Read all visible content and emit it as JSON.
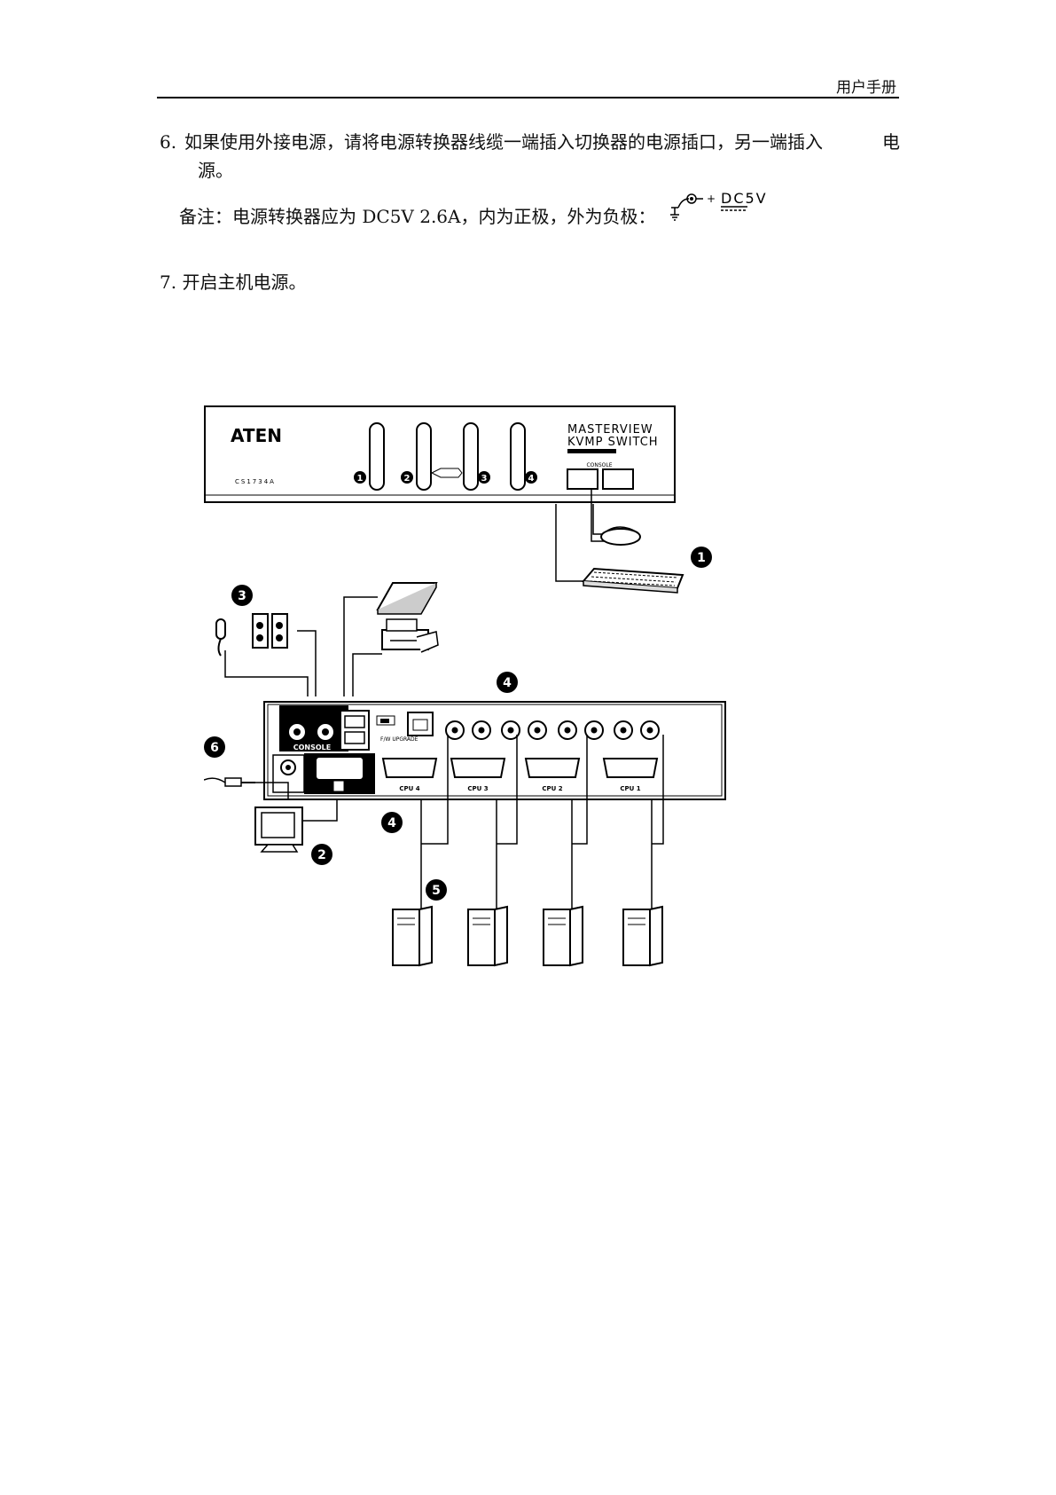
{
  "header": {
    "title": "用户手册"
  },
  "steps": {
    "step6": {
      "number": "6.",
      "text": "如果使用外接电源，请将电源转换器线缆一端插入切换器的电源插口，另一端插入",
      "tail": "电",
      "continuation": "源。"
    },
    "note": {
      "text": "备注：电源转换器应为 DC5V 2.6A，内为正极，外为负极："
    },
    "step7": {
      "number": "7.",
      "text": "开启主机电源。"
    }
  },
  "dc_symbol": {
    "label": "DC5V"
  },
  "diagram": {
    "front_panel": {
      "brand": "ATEN",
      "model": "CS1734A",
      "product_line1": "MASTERVIEW",
      "product_line2": "KVMP SWITCH",
      "console_label": "CONSOLE",
      "ports": [
        "1",
        "2",
        "3",
        "4"
      ]
    },
    "rear_panel": {
      "console_label": "CONSOLE",
      "cpu_labels": [
        "CPU 4",
        "CPU 3",
        "CPU 2",
        "CPU 1"
      ],
      "fw_label": "F/W UPGRADE"
    },
    "callouts": [
      "1",
      "2",
      "3",
      "4",
      "4",
      "5",
      "6"
    ]
  }
}
